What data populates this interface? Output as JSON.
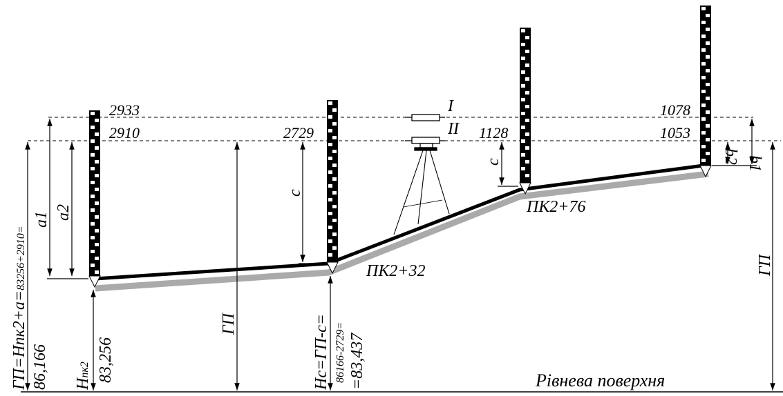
{
  "readings": {
    "r1_upper": "2933",
    "r1_lower": "2910",
    "r2": "2729",
    "r3": "1128",
    "r4_upper": "1078",
    "r4_lower": "1053"
  },
  "instrument": {
    "pos_I": "I",
    "pos_II": "II"
  },
  "pickets": {
    "pk1": "ПК2+32",
    "pk2": "ПК2+76"
  },
  "dims": {
    "a1": "a1",
    "a2": "a2",
    "c_left": "c",
    "c_right": "c",
    "b1": "b1",
    "b2": "b2",
    "gp_mid": "ГП",
    "gp_right": "ГП"
  },
  "formulas": {
    "gp_line1_main": "ГП=Нпк2+a=",
    "gp_line1_small": "83256+2910=",
    "gp_line2": "86,166",
    "h_label": "Н",
    "h_sub": "пк2",
    "h_value": "83,256",
    "hc_line1": "Hс=ГП-с=",
    "hc_line2": "86166-2729=",
    "hc_line3": "=83,437"
  },
  "surface": {
    "label": "Рівнева поверхня"
  }
}
